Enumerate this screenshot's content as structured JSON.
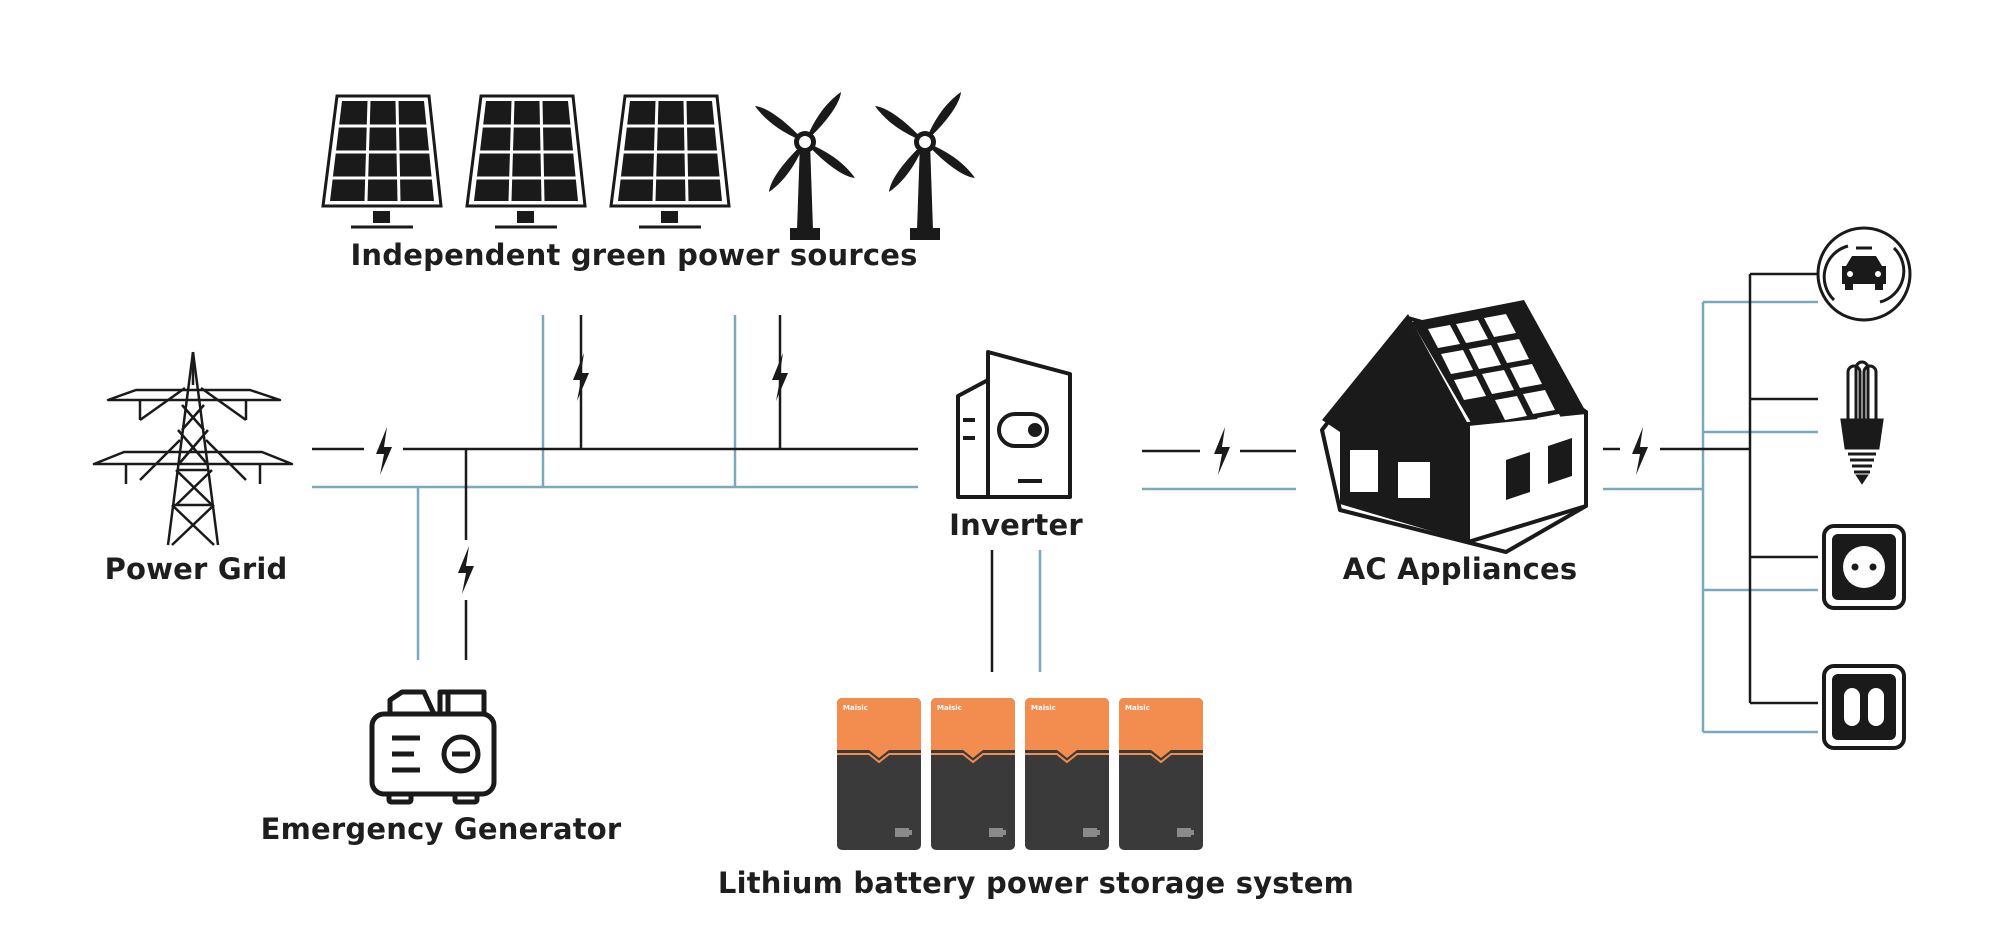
{
  "labels": {
    "green_sources": "Independent green power sources",
    "power_grid": "Power Grid",
    "emergency_generator": "Emergency Generator",
    "inverter": "Inverter",
    "battery_system": "Lithium battery power storage system",
    "ac_appliances": "AC Appliances"
  },
  "battery_brand": "Maisic",
  "colors": {
    "line_dark": "#1a1a1a",
    "line_blue": "#7aa9bd",
    "battery_orange": "#f28c4f",
    "battery_body": "#3a3a3a"
  },
  "icons": {
    "solar_panels": [
      "solar-panel-icon",
      "solar-panel-icon",
      "solar-panel-icon"
    ],
    "wind_turbines": [
      "wind-turbine-icon",
      "wind-turbine-icon"
    ],
    "grid": "transmission-tower-icon",
    "generator": "generator-icon",
    "inverter": "inverter-icon",
    "house": "house-with-solar-roof-icon",
    "appliances": [
      "ev-charger-icon",
      "light-bulb-icon",
      "power-socket-icon",
      "dual-socket-icon"
    ]
  }
}
